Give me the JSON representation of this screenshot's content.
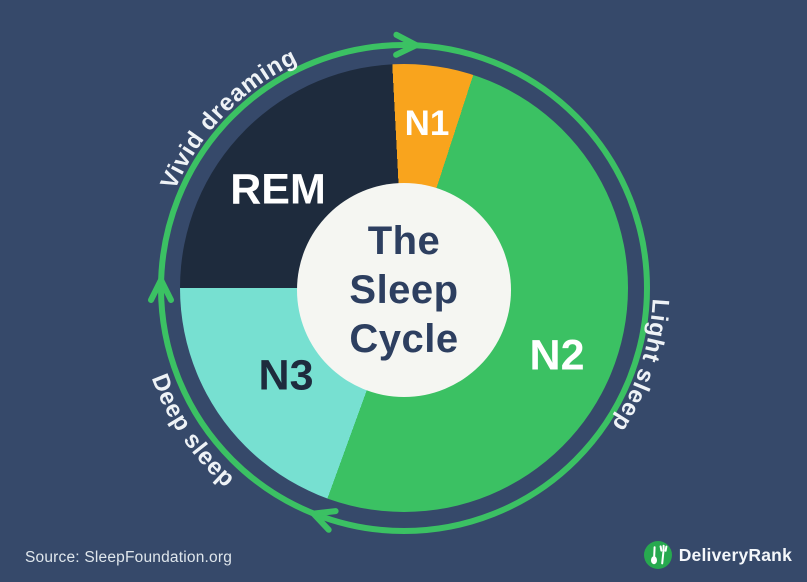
{
  "colors": {
    "background": "#36496a",
    "ring_arrow": "#3bc163",
    "center_circle": "#f5f6f2",
    "title_text": "#2d3f60",
    "outer_label_text": "#eef2f6",
    "source_text": "#dfe6ec",
    "brand_text": "#f4f7fa",
    "logo_green": "#27a94f",
    "logo_glyph": "#ffffff"
  },
  "chart_data": {
    "type": "pie",
    "subtype": "donut-cycle-diagram",
    "title_lines": [
      "The",
      "Sleep",
      "Cycle"
    ],
    "direction": "clockwise",
    "start_deg": -3,
    "segments": [
      {
        "label": "N1",
        "sweep_deg": 21,
        "color": "#f9a41d",
        "label_color": "#ffffff"
      },
      {
        "label": "N2",
        "sweep_deg": 182,
        "color": "#3bc163",
        "label_color": "#ffffff"
      },
      {
        "label": "N3",
        "sweep_deg": 70,
        "color": "#77e0d1",
        "label_color": "#1e2b3d"
      },
      {
        "label": "REM",
        "sweep_deg": 87,
        "color": "#1e2b3d",
        "label_color": "#ffffff"
      }
    ],
    "outer_labels": [
      {
        "text": "Vivid dreaming",
        "mid_deg": 314,
        "direction": "cw"
      },
      {
        "text": "Light sleep",
        "mid_deg": 108,
        "direction": "cw"
      },
      {
        "text": "Deep sleep",
        "mid_deg": 236,
        "direction": "ccw"
      }
    ],
    "arrowheads_deg": [
      1,
      270,
      200
    ],
    "legend_position": "around-wheel"
  },
  "footer": {
    "source_text": "Source: SleepFoundation.org",
    "brand_name": "DeliveryRank"
  }
}
